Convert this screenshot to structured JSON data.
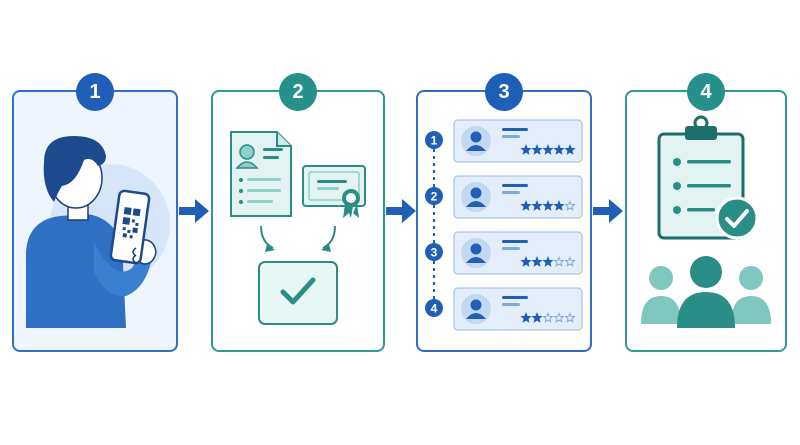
{
  "steps": [
    {
      "number": "1",
      "accent": "#1f5fb8"
    },
    {
      "number": "2",
      "accent": "#26918a"
    },
    {
      "number": "3",
      "accent": "#1f5fb8"
    },
    {
      "number": "4",
      "accent": "#26918a"
    }
  ],
  "step3": {
    "rows": [
      {
        "index": "1",
        "rating": 5
      },
      {
        "index": "2",
        "rating": 4
      },
      {
        "index": "3",
        "rating": 3
      },
      {
        "index": "4",
        "rating": 2
      }
    ],
    "max_rating": 5
  },
  "colors": {
    "blue": "#1f5fb8",
    "teal": "#26918a",
    "light_blue": "#dbe8f7",
    "light_teal": "#e2f3f1"
  },
  "icons": {
    "step1": [
      "person-scanning-qr-icon",
      "qr-code-icon"
    ],
    "step2": [
      "id-document-icon",
      "certificate-icon",
      "check-box-icon"
    ],
    "step3": [
      "profile-avatar-icon",
      "star-icon"
    ],
    "step4": [
      "clipboard-checklist-icon",
      "check-circle-icon",
      "team-group-icon"
    ]
  }
}
